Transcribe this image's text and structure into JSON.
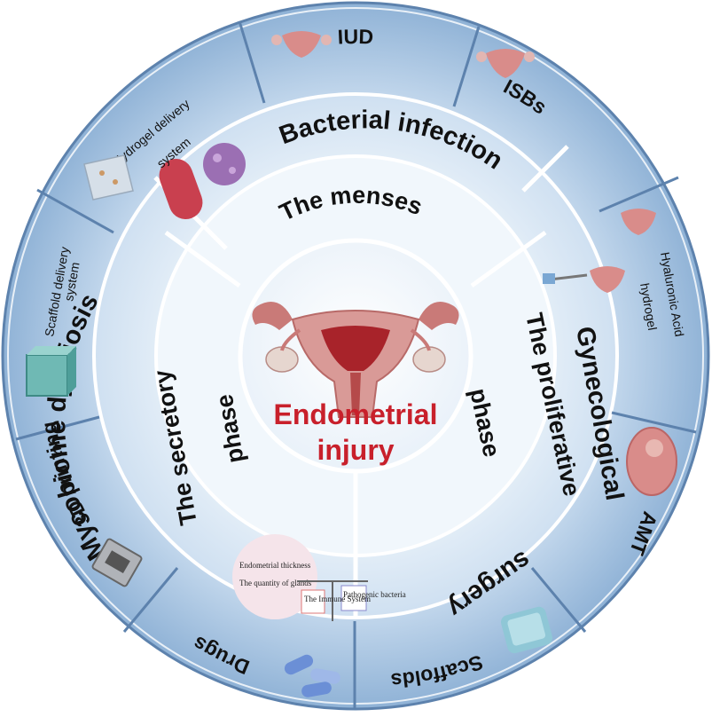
{
  "center": {
    "line1": "Endometrial",
    "line2": "injury"
  },
  "inner_phases": [
    {
      "label": "The menses"
    },
    {
      "label": "The proliferative phase"
    },
    {
      "label": "The secretory phase"
    }
  ],
  "middle_causes": [
    {
      "label": "Bacterial infection"
    },
    {
      "label": "Gynecological surgery"
    },
    {
      "label": "Mycobiome dysbiosis"
    }
  ],
  "outer_treatments": [
    {
      "label": "IUD"
    },
    {
      "label": "ISBs"
    },
    {
      "label": "Hyaluronic Acid hydrogel"
    },
    {
      "label": "AMT"
    },
    {
      "label": "Scaffolds"
    },
    {
      "label": "Drugs"
    },
    {
      "label": "3D printing"
    },
    {
      "label": "Scaffold delivery system"
    },
    {
      "label": "Hydrogel delivery system"
    }
  ],
  "balance_labels": {
    "left_top": "Endometrial thickness",
    "left_bottom": "The quantity of glands",
    "right_a": "The Immune System",
    "right_b": "Pathogenic bacteria"
  },
  "colors": {
    "outer_ring": "#a9c6e3",
    "outer_border": "#5d82ad",
    "middle_ring": "#d9e8f5",
    "inner_ring": "#eef5fb",
    "center_text": "#c8202b"
  }
}
